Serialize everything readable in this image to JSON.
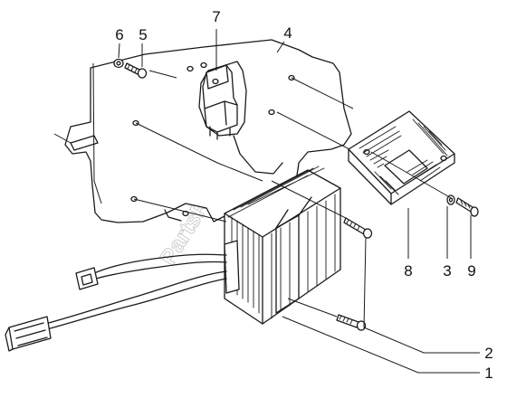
{
  "watermark": "PartsRepublik",
  "callouts": [
    {
      "id": "1",
      "part": "regulator"
    },
    {
      "id": "2",
      "part": "regulator-screw"
    },
    {
      "id": "3",
      "part": "washer-right"
    },
    {
      "id": "4",
      "part": "support-plate"
    },
    {
      "id": "5",
      "part": "screw-top"
    },
    {
      "id": "6",
      "part": "washer-top"
    },
    {
      "id": "7",
      "part": "relay"
    },
    {
      "id": "8",
      "part": "heat-sink-regulator"
    },
    {
      "id": "9",
      "part": "screw-right"
    }
  ]
}
